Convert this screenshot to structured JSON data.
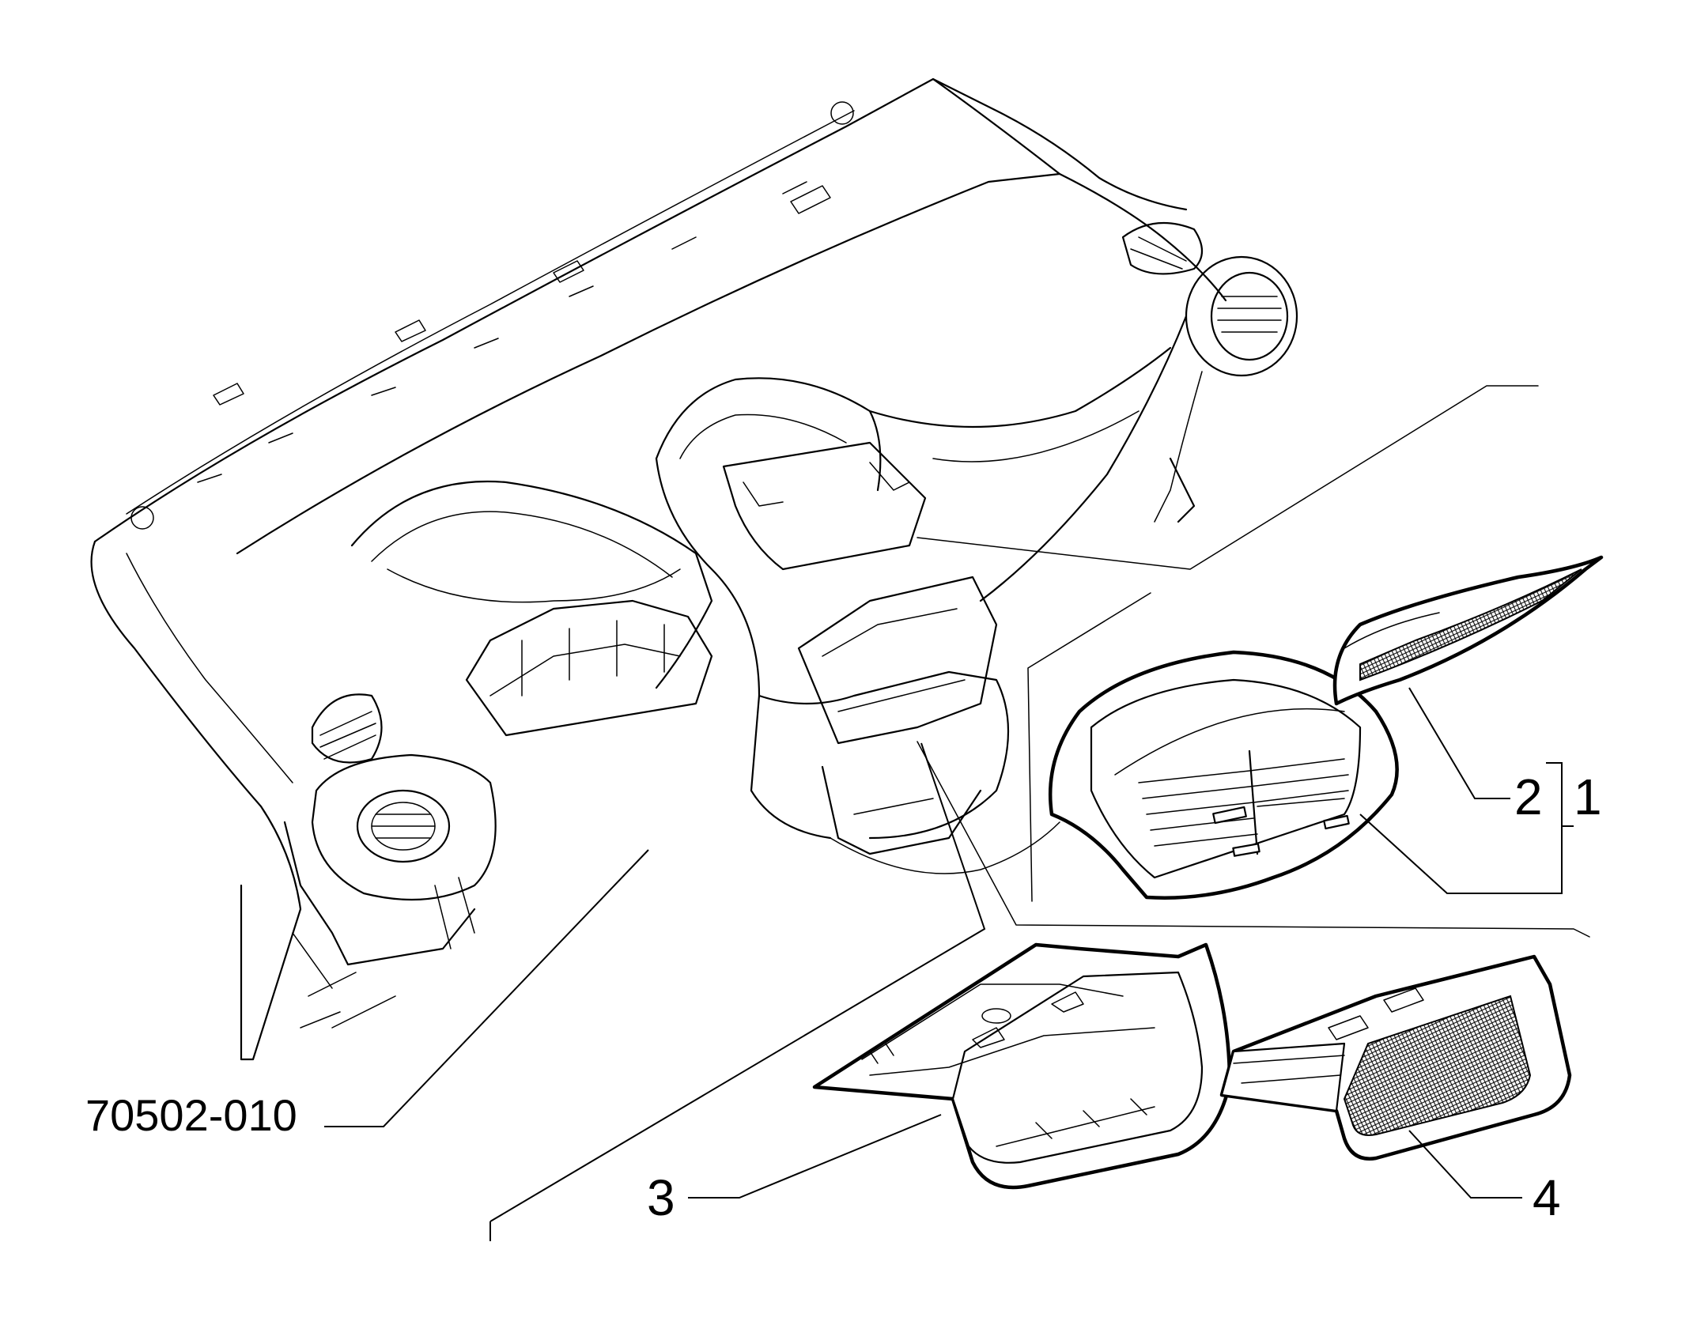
{
  "callouts": {
    "ref_code": "70502-010",
    "c1": "1",
    "c2": "2",
    "c3": "3",
    "c4": "4"
  }
}
